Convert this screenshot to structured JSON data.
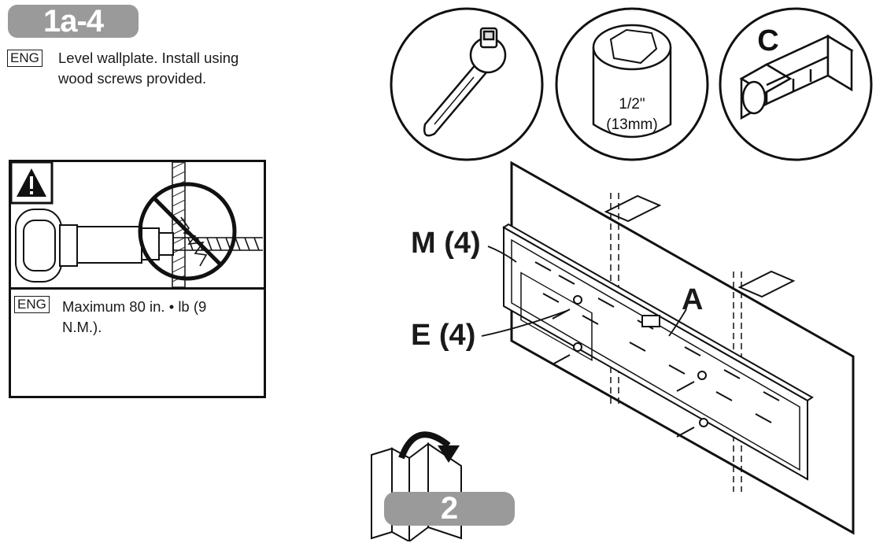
{
  "step": {
    "label": "1a-4"
  },
  "instruction": {
    "lang": "ENG",
    "text_line1": "Level wallplate. Install using",
    "text_line2": "wood screws provided."
  },
  "warning": {
    "lang": "ENG",
    "text_line1": "Maximum 80 in. • lb (9",
    "text_line2": "N.M.)."
  },
  "tools": {
    "socket_size_line1": "1/2\"",
    "socket_size_line2": "(13mm)",
    "part_c_label": "C"
  },
  "diagram": {
    "label_m": "M (4)",
    "label_e": "E (4)",
    "label_a": "A"
  },
  "next_step": {
    "label": "2"
  },
  "icons": [
    "warning-triangle-icon",
    "ratchet-wrench-icon",
    "socket-icon",
    "bit-adapter-icon",
    "page-turn-icon"
  ]
}
